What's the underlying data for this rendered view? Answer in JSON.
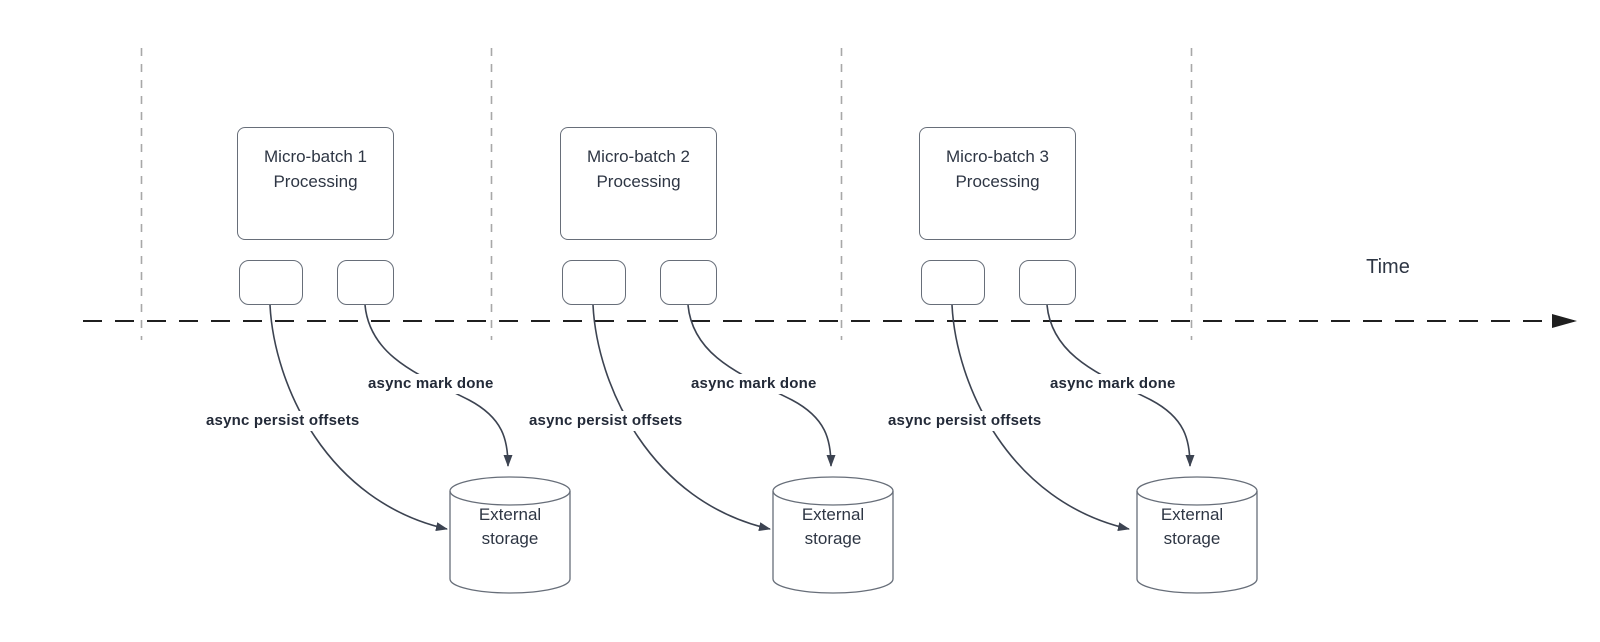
{
  "diagram": {
    "time_axis_label": "Time",
    "batches": [
      {
        "title_line1": "Micro-batch 1",
        "title_line2": "Processing",
        "persist_offsets_label": "async persist offsets",
        "mark_done_label": "async mark done",
        "storage_line1": "External",
        "storage_line2": "storage"
      },
      {
        "title_line1": "Micro-batch 2",
        "title_line2": "Processing",
        "persist_offsets_label": "async persist offsets",
        "mark_done_label": "async mark done",
        "storage_line1": "External",
        "storage_line2": "storage"
      },
      {
        "title_line1": "Micro-batch 3",
        "title_line2": "Processing",
        "persist_offsets_label": "async persist offsets",
        "mark_done_label": "async mark done",
        "storage_line1": "External",
        "storage_line2": "storage"
      }
    ]
  },
  "colors": {
    "background": "#ffffff",
    "text": "#2e3644",
    "bold_label_text": "#232a38",
    "shape_stroke": "#676e79",
    "arrow_stroke": "#3c4351",
    "time_axis": "#1f1f1f",
    "guide_line": "#a8a8a8"
  }
}
